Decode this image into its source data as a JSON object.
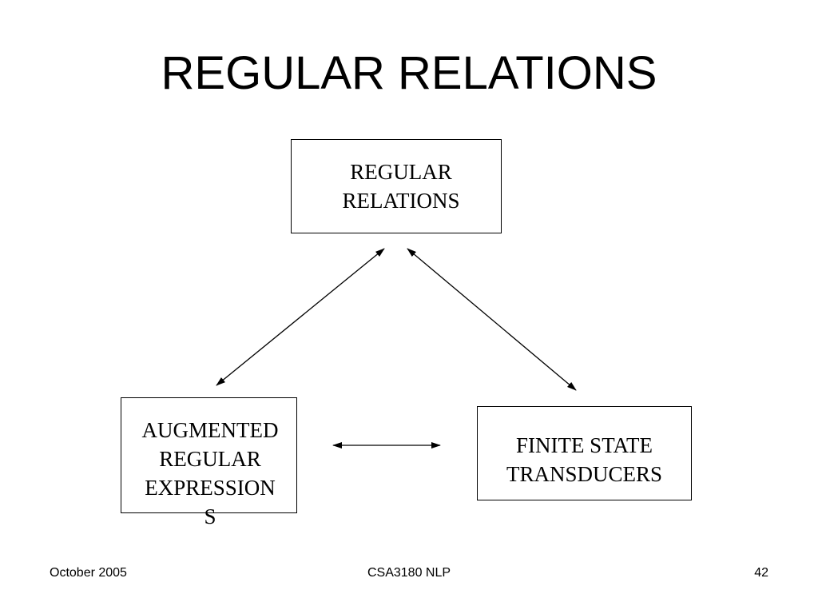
{
  "slide": {
    "title": "REGULAR RELATIONS"
  },
  "diagram": {
    "nodes": {
      "regular_relations": {
        "lines": [
          "REGULAR",
          "RELATIONS"
        ]
      },
      "augmented_regular_expressions": {
        "lines": [
          "AUGMENTED",
          "REGULAR",
          "EXPRESSION",
          "S"
        ]
      },
      "finite_state_transducers": {
        "lines": [
          "FINITE STATE",
          "TRANSDUCERS"
        ]
      }
    },
    "edges": [
      {
        "from": "regular_relations",
        "to": "augmented_regular_expressions",
        "style": "bidirectional-arrow"
      },
      {
        "from": "regular_relations",
        "to": "finite_state_transducers",
        "style": "bidirectional-arrow"
      },
      {
        "from": "augmented_regular_expressions",
        "to": "finite_state_transducers",
        "style": "bidirectional-arrow"
      }
    ]
  },
  "footer": {
    "date": "October 2005",
    "course": "CSA3180 NLP",
    "page": "42"
  }
}
